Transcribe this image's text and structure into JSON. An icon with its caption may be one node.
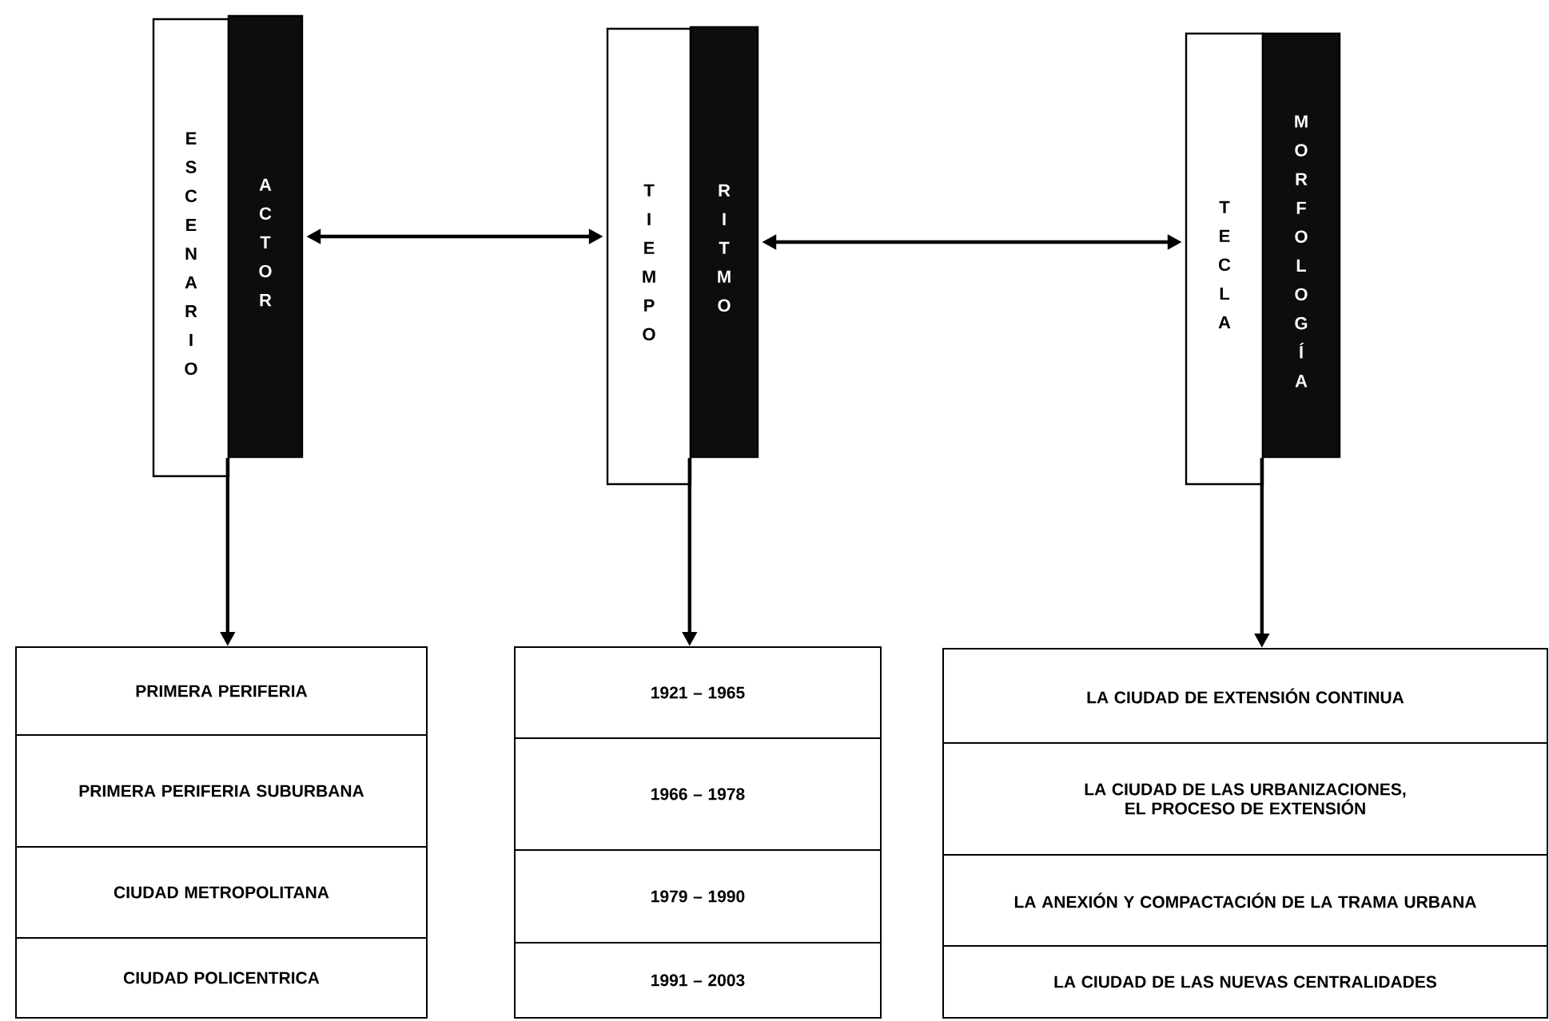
{
  "diagram": {
    "nodes": [
      {
        "text": [
          "ESCENARIO"
        ]
      },
      {
        "text": [
          "ACTOR"
        ]
      },
      {
        "text": [
          "TIEMPO"
        ]
      },
      {
        "text": [
          "RITMO"
        ]
      },
      {
        "text": [
          "TECLA"
        ]
      },
      {
        "text": [
          "MORFOLOGÍA"
        ]
      },
      {
        "text": [
          "PRIMERA PERIFERIA"
        ]
      },
      {
        "text": [
          "PRIMERA PERIFERIA SUBURBANA"
        ]
      },
      {
        "text": [
          "CIUDAD METROPOLITANA"
        ]
      },
      {
        "text": [
          "CIUDAD POLICENTRICA"
        ]
      },
      {
        "text": [
          "1921 – 1965"
        ]
      },
      {
        "text": [
          "1966 – 1978"
        ]
      },
      {
        "text": [
          "1979 – 1990"
        ]
      },
      {
        "text": [
          "1991 – 2003"
        ]
      },
      {
        "text": [
          "LA CIUDAD DE EXTENSIÓN CONTINUA"
        ]
      },
      {
        "text": [
          "LA CIUDAD DE LAS URBANIZACIONES, EL PROCESO DE EXTENSIÓN"
        ]
      },
      {
        "text": [
          "LA ANEXIÓN Y COMPACTACIÓN DE LA TRAMA URBANA"
        ]
      },
      {
        "text": [
          "LA CIUDAD DE LAS NUEVAS CENTRALIDADES"
        ]
      }
    ],
    "edges": [
      {
        "from": 1,
        "to": 2,
        "arrow": "both"
      },
      {
        "from": 3,
        "to": 4,
        "arrow": "both"
      },
      {
        "from": 1,
        "to": 6,
        "arrow": "to"
      },
      {
        "from": 3,
        "to": 10,
        "arrow": "to"
      },
      {
        "from": 5,
        "to": 14,
        "arrow": "to"
      }
    ]
  }
}
